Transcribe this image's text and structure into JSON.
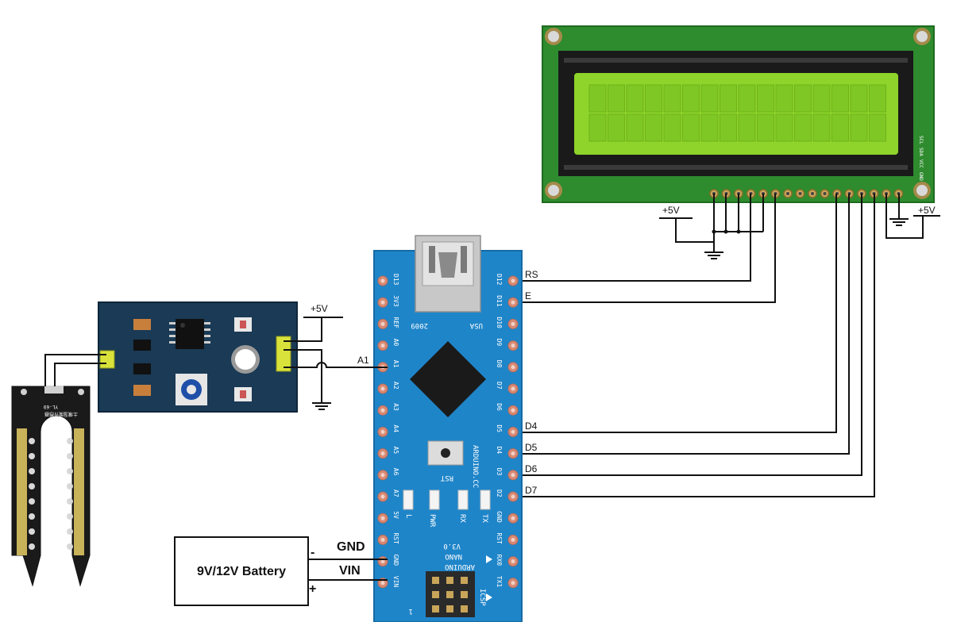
{
  "labels": {
    "rs": "RS",
    "e": "E",
    "a1": "A1",
    "d4": "D4",
    "d5": "D5",
    "d6": "D6",
    "d7": "D7",
    "gnd": "GND",
    "vin": "VIN",
    "minus": "-",
    "plus": "+",
    "vcc_sensor": "+5V",
    "vcc_lcd_left": "+5V",
    "vcc_lcd_right": "+5V"
  },
  "battery": {
    "label": "9V/12V Battery"
  },
  "arduino": {
    "left_pins": [
      "D13",
      "3V3",
      "REF",
      "A0",
      "A1",
      "A2",
      "A3",
      "A4",
      "A5",
      "A6",
      "A7",
      "5V",
      "RST",
      "GND",
      "VIN"
    ],
    "right_pins": [
      "D12",
      "D11",
      "D10",
      "D9",
      "D8",
      "D7",
      "D6",
      "D5",
      "D4",
      "D3",
      "D2",
      "GND",
      "RST",
      "RX0",
      "TX1"
    ],
    "text_usa": "USA",
    "text_year": "2009",
    "text_site": "ARDUINO.CC",
    "text_rst": "RST",
    "text_pwr": "PWR",
    "text_rx": "RX",
    "text_tx": "TX",
    "text_l": "L",
    "text_name": "ARDUINO",
    "text_nano": "NANO",
    "text_version": "V3.0",
    "text_icsp": "ICSP",
    "text_pin1": "1"
  },
  "lcd": {
    "i2c_labels": [
      "SCL",
      "SDA",
      "VCC",
      "GND"
    ]
  },
  "sensor": {
    "model": "YL-69",
    "chinese": "土壤湿度传感器"
  }
}
